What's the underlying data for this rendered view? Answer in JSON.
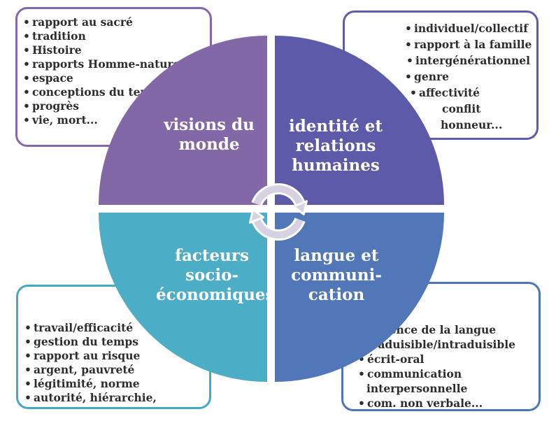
{
  "diagram": {
    "text_color": "#2e2d2d",
    "quadrants": [
      {
        "name": "visions-du-monde",
        "color": "#8268a6",
        "label_lines": [
          "visions du",
          "monde"
        ]
      },
      {
        "name": "identite-relations-humaines",
        "color": "#5c5aa9",
        "label_lines": [
          "identité et",
          "relations",
          "humaines"
        ]
      },
      {
        "name": "facteurs-socio-economiques",
        "color": "#4badc6",
        "label_lines": [
          "facteurs",
          "socio-",
          "économiques"
        ]
      },
      {
        "name": "langue-communication",
        "color": "#5177b8",
        "label_lines": [
          "langue et",
          "communi-",
          "cation"
        ]
      }
    ],
    "center_icon": {
      "name": "cycle-arrows-icon",
      "color": "#d6d2e1",
      "outline": "#ffffff"
    },
    "boxes": {
      "top_left": {
        "border": "#8468ae",
        "lines": [
          {
            "b": "•",
            "t": "rapport au sacré"
          },
          {
            "b": "•",
            "t": "tradition"
          },
          {
            "b": "•",
            "t": "Histoire"
          },
          {
            "b": "•",
            "t": "rapports Homme-nature"
          },
          {
            "b": "•",
            "t": "espace"
          },
          {
            "b": "•",
            "t": "conceptions du temps"
          },
          {
            "b": "•",
            "t": "progrès"
          },
          {
            "b": "•",
            "t": "vie, mort..."
          }
        ]
      },
      "top_right": {
        "border": "#5e5caf",
        "lines": [
          {
            "b": "•",
            "ind": 11,
            "t": "individuel/collectif"
          },
          {
            "b": "•",
            "ind": 11,
            "t": "rapport à la famille"
          },
          {
            "b": "•",
            "ind": 13,
            "t": "intergénérationnel"
          },
          {
            "b": "•",
            "ind": 11,
            "t": "genre"
          },
          {
            "b": "•",
            "ind": 18,
            "t": "affectivité"
          },
          {
            "b": "`",
            "ind": 0,
            "tgap": 51,
            "t": "conflit"
          },
          {
            "b": "",
            "ind": 62,
            "t": "honneur..."
          }
        ]
      },
      "bottom_left": {
        "border": "#44a9c5",
        "lines": [
          {
            "b": "•",
            "t": "travail/efficacité"
          },
          {
            "b": "•",
            "t": "gestion du temps"
          },
          {
            "b": "•",
            "t": "rapport au risque"
          },
          {
            "b": "•",
            "t": "argent, pauvreté"
          },
          {
            "b": "•",
            "t": "légitimité, norme"
          },
          {
            "b": "•",
            "t": "autorité, hiérarchie,"
          }
        ]
      },
      "bottom_right": {
        "border": "#4e75b7",
        "lines": [
          {
            "b": "",
            "ind": 5,
            "t": "influence de la langue"
          },
          {
            "b": "•",
            "t": "traduisible/intraduisible"
          },
          {
            "b": "•",
            "t": "écrit-oral"
          },
          {
            "b": "•",
            "t": "communication"
          },
          {
            "b": "",
            "ind": 12,
            "t": "interpersonnelle"
          },
          {
            "b": "•",
            "t": "com. non verbale..."
          }
        ]
      }
    }
  }
}
